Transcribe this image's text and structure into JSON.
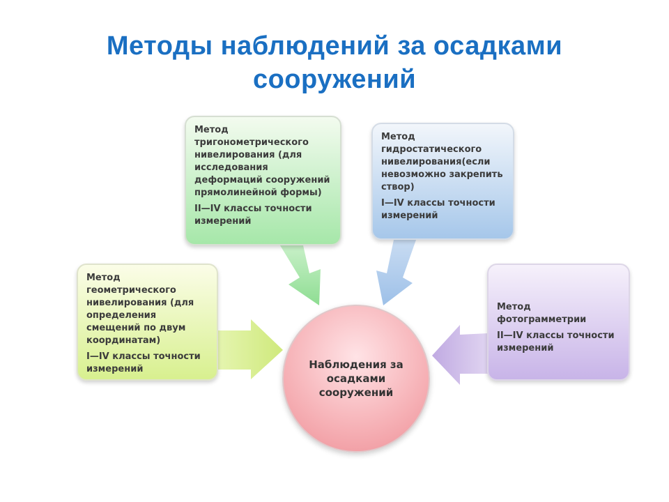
{
  "title": {
    "line1": "Методы наблюдений за осадками",
    "line2": "сооружений"
  },
  "center": {
    "label": "Наблюдения за осадками сооружений"
  },
  "nodes": {
    "trigonometric": {
      "method": "Метод тригонометрического нивелирования (для исследования деформаций сооружений прямолинейной формы)",
      "accuracy": "II—IV классы точности измерений"
    },
    "hydrostatic": {
      "method": "Метод гидростатического нивелирования(если невозможно закрепить створ)",
      "accuracy": "I—IV классы точности измерений"
    },
    "geometric": {
      "method": "Метод геометрического нивелирования (для определения смещений по двум координатам)",
      "accuracy": "I—IV классы точности измерений"
    },
    "photogrammetry": {
      "method": "Метод фотограмметрии",
      "accuracy": "II—IV классы точности измерений"
    }
  },
  "colors": {
    "title": "#1a6fc2",
    "trigonometric": "#a6e7a9",
    "hydrostatic": "#a6c7ea",
    "geometric": "#d8f08f",
    "photogrammetry": "#c8b4e8",
    "center": "#f6b1b6"
  }
}
